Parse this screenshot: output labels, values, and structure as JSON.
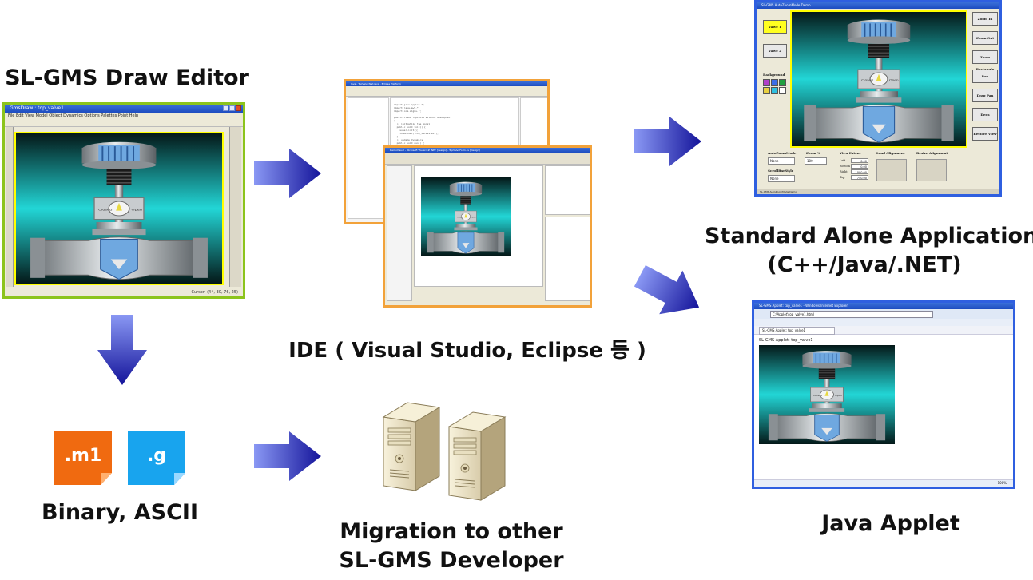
{
  "labels": {
    "draw_editor": "SL-GMS Draw Editor",
    "ide": "IDE ( Visual Studio, Eclipse 등 )",
    "standalone_line1": "Standard Alone Application",
    "standalone_line2": "(C++/Java/.NET)",
    "java_applet": "Java Applet",
    "binary_ascii": "Binary, ASCII",
    "migration_line1": "Migration to other",
    "migration_line2": "SL-GMS Developer"
  },
  "file_icons": {
    "m1": {
      "text": ".m1",
      "color": "#f06a10"
    },
    "g": {
      "text": ".g",
      "color": "#18a4ee"
    }
  },
  "draw_editor_window": {
    "title": "GmsDraw : top_valve1",
    "menu": "File  Edit  View  Model  Object  Dynamics  Options  Palettes  Point  Help",
    "status": "Cursor: (44, 30, 76, 25)",
    "border_color": "#8cc41c"
  },
  "ide_windows": {
    "back_title": "Java - TopValveTest.java - Eclipse Platform",
    "front_title": "DemoVisual - Microsoft Visual C# .NET [design] - TopValveForm.cs [Design]",
    "border_color": "#f2a23a"
  },
  "standalone_window": {
    "title": "SL-GMS AutoZoomMode Demo",
    "left_buttons": [
      "Valve 1",
      "Valve 2"
    ],
    "background_label": "Background",
    "swatches": [
      "#b040c8",
      "#3c6ee8",
      "#20a040",
      "#e8d040",
      "#30c0e0",
      "#ffffff"
    ],
    "right_buttons": [
      "Zoom In",
      "Zoom Out",
      "Zoom Rectangle",
      "Pan",
      "Drag Pan",
      "Dens",
      "Restore View"
    ],
    "bottom": {
      "autozoom_label": "AutoZoomMode",
      "autozoom_value": "None",
      "zoom_label": "Zoom %",
      "zoom_value": "100",
      "scrollbar_label": "ScrollBarStyle",
      "scrollbar_value": "None",
      "view_extent_label": "View Extent",
      "extent_rows": [
        {
          "key": "Left",
          "value": "0.00"
        },
        {
          "key": "Bottom",
          "value": "0.00"
        },
        {
          "key": "Right",
          "value": "1000.00"
        },
        {
          "key": "Top",
          "value": "750.00"
        }
      ],
      "load_alignment_label": "Load Alignment",
      "resize_alignment_label": "Resize Alignment"
    },
    "status": "SL-GMS AutoZoomMode Demo",
    "border_color": "#2f5fe0"
  },
  "applet_window": {
    "title": "SL-GMS Applet: top_valve1 - Windows Internet Explorer",
    "address": "C:\\Applet\\top_valve1.html",
    "tab": "SL-GMS Applet: top_valve1",
    "page_heading": "SL-GMS Applet: top_valve1",
    "status": "100%",
    "border_color": "#2f5fe0"
  },
  "colors": {
    "arrow_dark": "#1a1aa0",
    "arrow_light": "#7d8cf0",
    "teal": "#1fcfcf"
  }
}
